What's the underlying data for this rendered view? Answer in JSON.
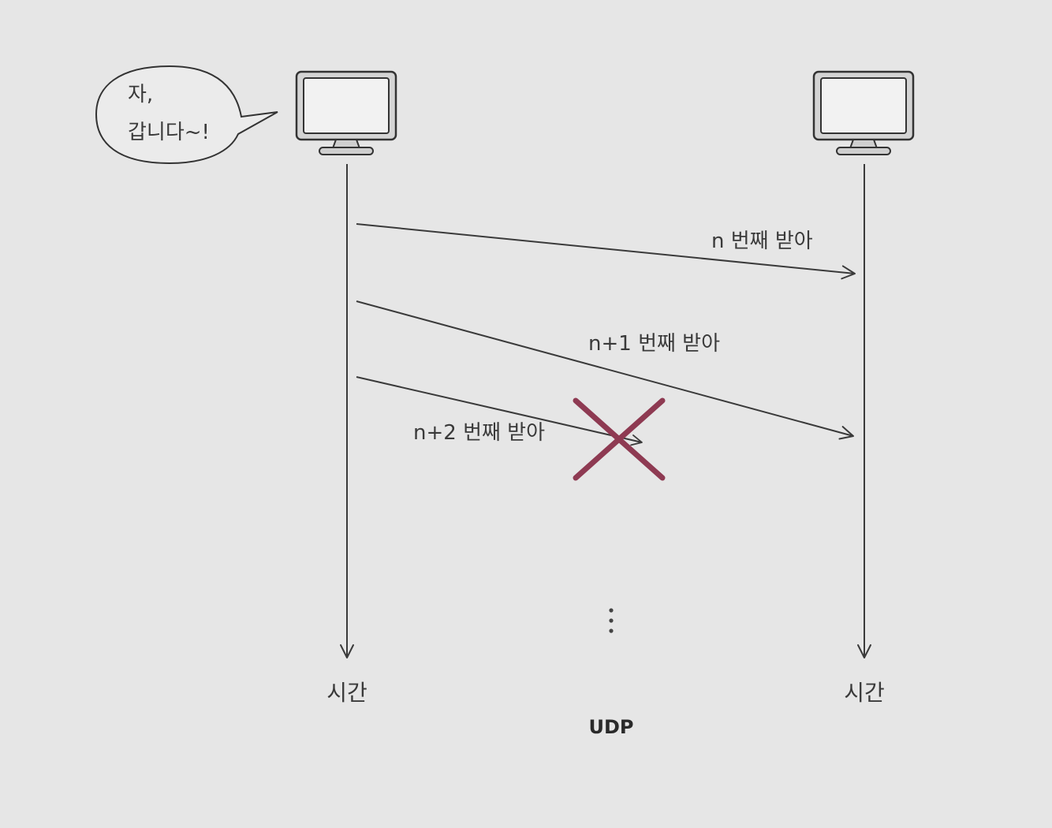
{
  "speech_bubble": {
    "line1": "자,",
    "line2": "갑니다~!"
  },
  "messages": [
    {
      "label": "n 번째 받아",
      "delivered": true
    },
    {
      "label": "n+1 번째 받아",
      "delivered": true
    },
    {
      "label": "n+2 번째 받아",
      "delivered": false
    }
  ],
  "continuation": "⋮",
  "timeline": {
    "left_label": "시간",
    "right_label": "시간"
  },
  "caption": "UDP",
  "colors": {
    "background": "#e6e6e6",
    "ink": "#3a3a3a",
    "lost_mark": "#8e3a52"
  }
}
